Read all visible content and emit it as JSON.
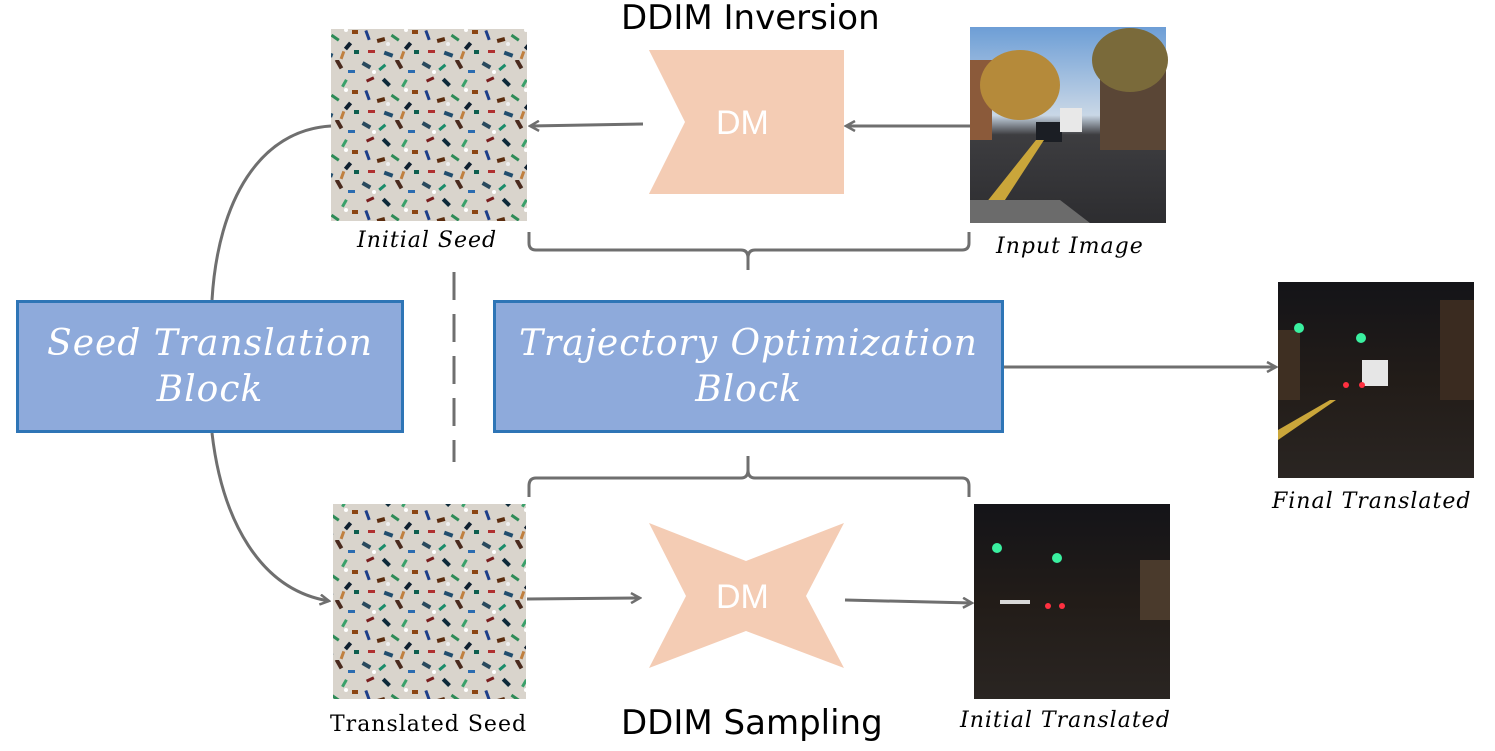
{
  "titles": {
    "top": "DDIM Inversion",
    "bottom": "DDIM Sampling"
  },
  "model_label": "DM",
  "captions": {
    "initial_seed": "Initial Seed",
    "input_image": "Input Image",
    "translated_seed": "Translated Seed",
    "initial_translated": "Initial Translated",
    "final_translated": "Final Translated"
  },
  "blocks": {
    "seed_translation": {
      "line1": "Seed Translation",
      "line2": "Block"
    },
    "trajectory_optimization": {
      "line1": "Trajectory Optimization",
      "line2": "Block"
    }
  },
  "colors": {
    "block_fill": "#8eaadb",
    "block_border": "#2e75b6",
    "model_fill": "#f4ccb4",
    "arrow": "#6f6f6f"
  }
}
